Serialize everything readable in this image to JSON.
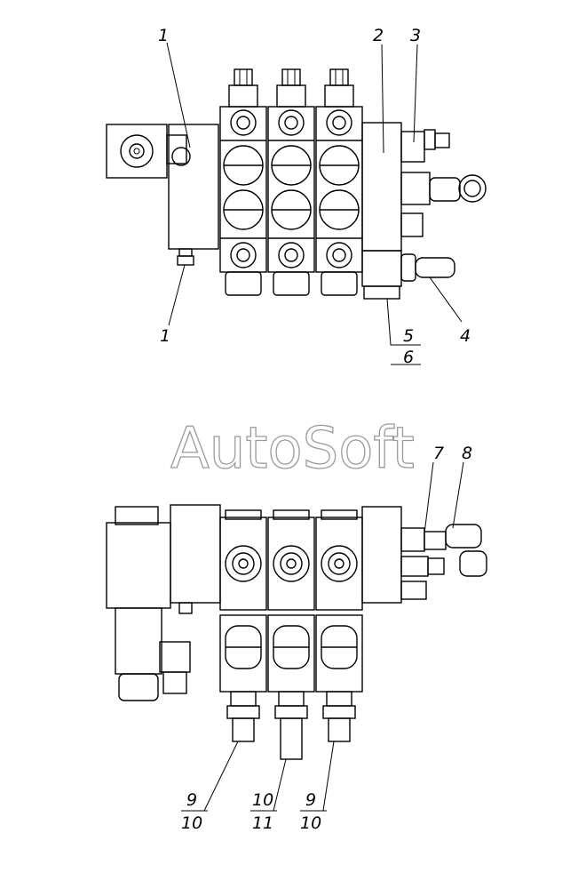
{
  "watermark": "AutoSoft",
  "top_view": {
    "callouts": [
      {
        "id": "c1a",
        "label": "1"
      },
      {
        "id": "c2",
        "label": "2"
      },
      {
        "id": "c3",
        "label": "3"
      },
      {
        "id": "c1b",
        "label": "1"
      },
      {
        "id": "c4",
        "label": "4"
      },
      {
        "id": "c5",
        "label": "5"
      },
      {
        "id": "c6",
        "label": "6"
      }
    ]
  },
  "bottom_view": {
    "callouts": [
      {
        "id": "c7",
        "label": "7"
      },
      {
        "id": "c8",
        "label": "8"
      },
      {
        "id": "c9a",
        "label": "9"
      },
      {
        "id": "c10a",
        "label": "10"
      },
      {
        "id": "c10b",
        "label": "10"
      },
      {
        "id": "c11",
        "label": "11"
      },
      {
        "id": "c9b",
        "label": "9"
      },
      {
        "id": "c10c",
        "label": "10"
      }
    ]
  }
}
